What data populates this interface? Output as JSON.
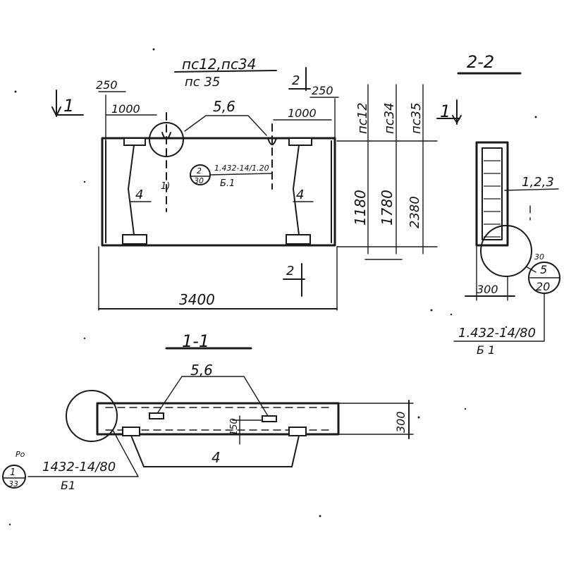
{
  "drawing": {
    "plan_title_top": "пс12,пс34",
    "plan_title_bottom": "пс 35",
    "dim_250_left": "250",
    "dim_250_right": "250",
    "dim_1000_left": "1000",
    "dim_1000_right": "1000",
    "dim_loops": "5,6",
    "dim_width": "3400",
    "section_1_mark": "1",
    "section_2_mark_top": "2",
    "section_2_mark_bottom": "2",
    "section_1_right_mark": "1",
    "brace_left": "4",
    "brace_right": "4",
    "mark_center": "1)",
    "ref_plan_doc": "1.432-14/1.20",
    "ref_plan_sheet": "Б.1",
    "ref_plan_circle_num": "2",
    "ref_plan_circle_den": "30",
    "variants": [
      {
        "name": "пс12",
        "height": "1180"
      },
      {
        "name": "пс34",
        "height": "1780"
      },
      {
        "name": "пс35",
        "height": "2380"
      }
    ],
    "section_1_1_title": "1-1",
    "section_1_1_loops": "5,6",
    "section_1_1_brace": "4",
    "section_1_1_dim_150": "150",
    "section_1_1_thickness": "300",
    "ref_section_doc": "1432-14/80",
    "ref_section_sheet": "Б1",
    "ref_section_circle_num": "1",
    "ref_section_circle_den": "33",
    "ref_section_prefix": "Ро",
    "section_2_2_title": "2-2",
    "section_2_2_positions": "1,2,3",
    "section_2_2_width": "300",
    "ref_2_2_doc": "1.432-14/80",
    "ref_2_2_sheet": "Б 1",
    "ref_2_2_circle_num": "5",
    "ref_2_2_circle_den": "20",
    "ref_2_2_small": "30"
  }
}
